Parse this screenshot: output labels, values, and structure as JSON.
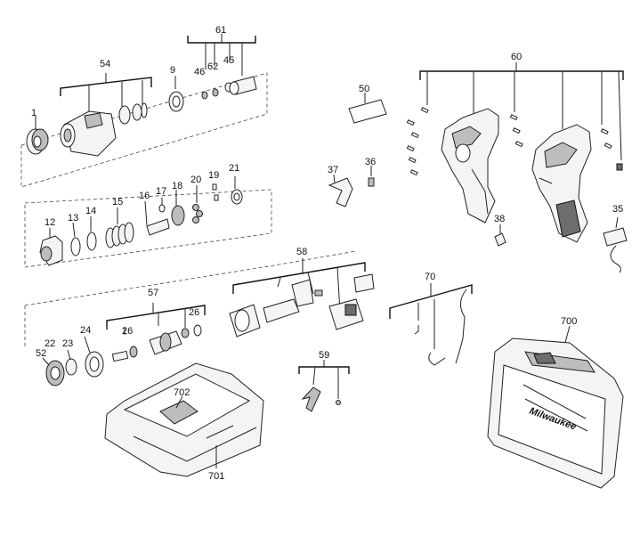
{
  "callouts": {
    "c1": "1",
    "c9": "9",
    "c12": "12",
    "c13": "13",
    "c14": "14",
    "c15": "15",
    "c16": "16",
    "c17": "17",
    "c18": "18",
    "c19": "19",
    "c20": "20",
    "c21": "21",
    "c22": "22",
    "c23": "23",
    "c24": "24",
    "c26a": "26",
    "c26b": "26",
    "c35": "35",
    "c36": "36",
    "c37": "37",
    "c38": "38",
    "c45": "45",
    "c46": "46",
    "c50": "50",
    "c52": "52",
    "c54": "54",
    "c57": "57",
    "c58": "58",
    "c59": "59",
    "c60": "60",
    "c61": "61",
    "c62": "62",
    "c70": "70",
    "c700": "700",
    "c701": "701",
    "c702": "702"
  },
  "case_logo": "Milwaukee"
}
